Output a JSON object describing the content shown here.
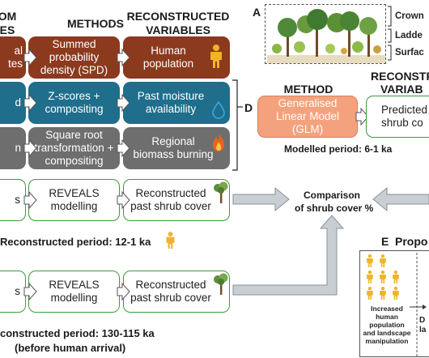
{
  "headers": {
    "col1": "OM",
    "col1b": "ES",
    "col2": "METHODS",
    "col3_line1": "RECONSTRUCTED",
    "col3_line2": "VARIABLES"
  },
  "row1": {
    "left_l1": "al",
    "left_l2": "tes",
    "method": "Summed probability density (SPD)",
    "variable": "Human population"
  },
  "row2": {
    "left": "d",
    "method": "Z-scores + compositing",
    "variable": "Past moisture availability"
  },
  "row3": {
    "left": "n",
    "method": "Square root transformation + compositing",
    "variable": "Regional biomass burning"
  },
  "row4": {
    "left": "s",
    "method": "REVEALS modelling",
    "variable": "Reconstructed past shrub cover",
    "period": "Reconstructed period: 12-1 ka"
  },
  "row5": {
    "left": "s",
    "method": "REVEALS modelling",
    "variable": "Reconstructed past shrub cover",
    "period_l1": "constructed period: 130-115 ka",
    "period_l2": "(before human arrival)"
  },
  "panel_a": {
    "letter": "A",
    "layer1": "Crown",
    "layer2": "Ladde",
    "layer3": "Surfac"
  },
  "panel_d": {
    "letter": "D",
    "method_header": "METHOD",
    "reconst_l1": "RECONSTR",
    "reconst_l2": "VARIAB",
    "glm": "Generalised Linear Model (GLM)",
    "predicted_l1": "Predicted",
    "predicted_l2": "shrub co",
    "period": "Modelled period: 6-1 ka"
  },
  "comparison": {
    "line1": "Comparison",
    "line2": "of shrub cover %"
  },
  "panel_e": {
    "letter": "E",
    "title": "Propo",
    "caption": "Increased human population and landscape manipulation",
    "right_l1": "D",
    "right_l2": "la"
  },
  "colors": {
    "brown": "#8b3a1e",
    "blue": "#1f6e8c",
    "grey": "#6e6e6e",
    "green_border": "#3d9a3d",
    "salmon": "#f4a27e",
    "person": "#f0b429",
    "water": "#3aa0d8",
    "fire": "#e8641c"
  }
}
